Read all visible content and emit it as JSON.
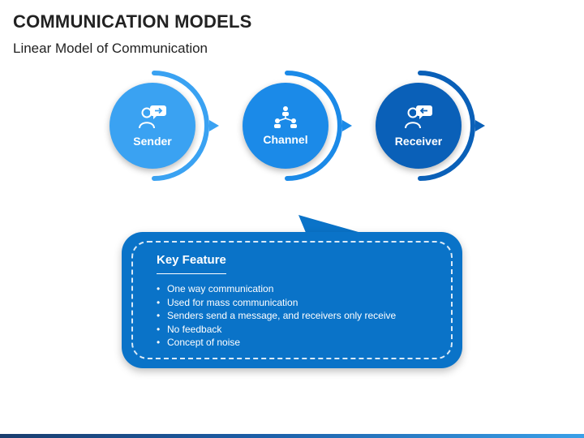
{
  "header": {
    "title": "COMMUNICATION MODELS",
    "subtitle": "Linear Model of Communication"
  },
  "diagram": {
    "nodes": [
      {
        "label": "Sender",
        "icon": "person-speech-out-icon",
        "color": "#3aa2f2",
        "ring_color": "#3aa2f2"
      },
      {
        "label": "Channel",
        "icon": "network-people-icon",
        "color": "#1b8ae8",
        "ring_color": "#1b8ae8"
      },
      {
        "label": "Receiver",
        "icon": "person-speech-in-icon",
        "color": "#0a60b8",
        "ring_color": "#0a60b8"
      }
    ]
  },
  "key_feature": {
    "title": "Key Feature",
    "items": [
      "One way communication",
      "Used for mass communication",
      "Senders send a message, and receivers only receive",
      "No feedback",
      "Concept of noise"
    ],
    "color": "#0a73c8"
  }
}
